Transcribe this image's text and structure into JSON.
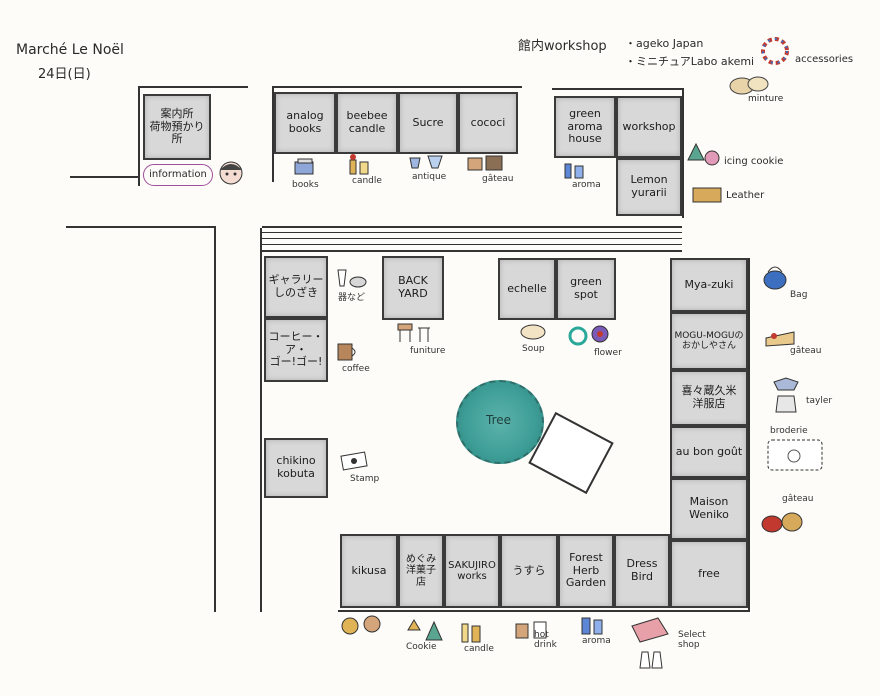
{
  "header": {
    "title": "Marché Le Noël",
    "date": "24日(日)",
    "workshop_title": "館内workshop",
    "workshop_items": [
      "・ageko Japan",
      "・ミニチュアLabo akemi"
    ],
    "accessories_label": "accessories",
    "minture_label": "minture"
  },
  "info": {
    "desk_label": "案内所\n荷物預かり所",
    "information_label": "information"
  },
  "booths": {
    "top_row": [
      {
        "id": "analog",
        "label": "analog\nbooks",
        "icon_label": "books"
      },
      {
        "id": "beebee",
        "label": "beebee\ncandle",
        "icon_label": "candle"
      },
      {
        "id": "sucre",
        "label": "Sucre",
        "icon_label": "antique"
      },
      {
        "id": "cococi",
        "label": "cococi",
        "icon_label": "gâteau"
      }
    ],
    "top_right": [
      {
        "id": "green-aroma",
        "label": "green\naroma\nhouse",
        "icon_label": "aroma"
      },
      {
        "id": "workshop",
        "label": "workshop"
      },
      {
        "id": "lemon",
        "label": "Lemon\nyurarii"
      }
    ],
    "top_right_icons": {
      "icing": "icing cookie",
      "leather": "Leather"
    },
    "left_col": [
      {
        "id": "gallery",
        "label": "ギャラリー\nしのざき",
        "icon_label": "器など"
      },
      {
        "id": "coffee",
        "label": "コーヒー・ア・\nゴー!ゴー!",
        "icon_label": "coffee"
      },
      {
        "id": "chikino",
        "label": "chikino\nkobuta",
        "icon_label": "Stamp"
      }
    ],
    "center": [
      {
        "id": "backyard",
        "label": "BACK YARD",
        "icon_label": "funiture"
      },
      {
        "id": "echelle",
        "label": "echelle",
        "icon_label": "Soup"
      },
      {
        "id": "greenspot",
        "label": "green spot",
        "icon_label": "flower"
      }
    ],
    "right_col": [
      {
        "id": "myazuki",
        "label": "Mya-zuki",
        "icon_label": "Bag"
      },
      {
        "id": "mogu",
        "label": "MOGU-MOGUのおかしやさん",
        "icon_label": "gâteau"
      },
      {
        "id": "kikuzo",
        "label": "喜々蔵久米\n洋服店",
        "icon_label": "tayler"
      },
      {
        "id": "aubongout",
        "label": "au bon goût",
        "icon_label": "broderie"
      },
      {
        "id": "maison",
        "label": "Maison\nWeniko",
        "icon_label": "gâteau"
      },
      {
        "id": "free",
        "label": "free"
      }
    ],
    "bottom_row": [
      {
        "id": "kikusa",
        "label": "kikusa",
        "icon_label": "Cookie"
      },
      {
        "id": "megumi",
        "label": "めぐみ\n洋菓子店",
        "icon_label": "candle"
      },
      {
        "id": "sakujiro",
        "label": "SAKUJIRO\nworks",
        "icon_label": "hot\ndrink"
      },
      {
        "id": "usura",
        "label": "うすら",
        "icon_label": "aroma"
      },
      {
        "id": "forest",
        "label": "Forest\nHerb\nGarden",
        "icon_label": "Select\nshop"
      },
      {
        "id": "dressbird",
        "label": "Dress\nBird"
      }
    ]
  },
  "tree_label": "Tree",
  "colors": {
    "tree": "#3d9e97",
    "booth": "#d8d8d8",
    "info_ring": "#a04f9c",
    "accent_red": "#c23a2f",
    "accent_blue": "#3d6fc0"
  }
}
